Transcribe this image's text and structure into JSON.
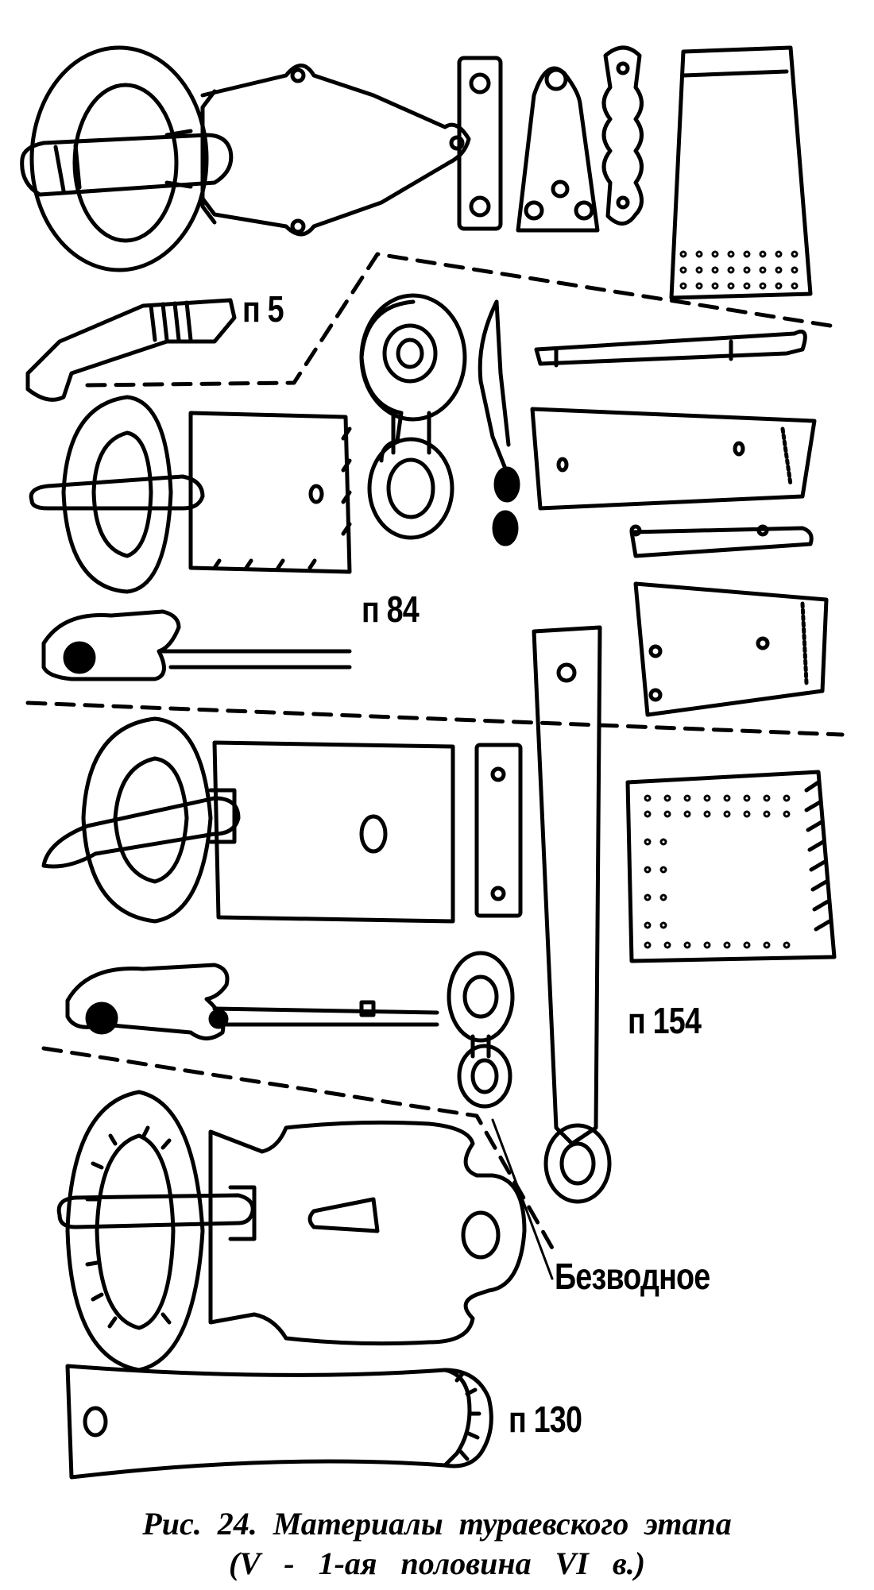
{
  "labels": {
    "n5": "п 5",
    "n84": "п 84",
    "n154": "п 154",
    "bezvodnoe": "Безводное",
    "n130": "п 130"
  },
  "caption": {
    "line1": "Рис.  24.  Материалы  тураевского  этапа",
    "line2": "(V   -   1-ая   половина   VI   в.)"
  }
}
